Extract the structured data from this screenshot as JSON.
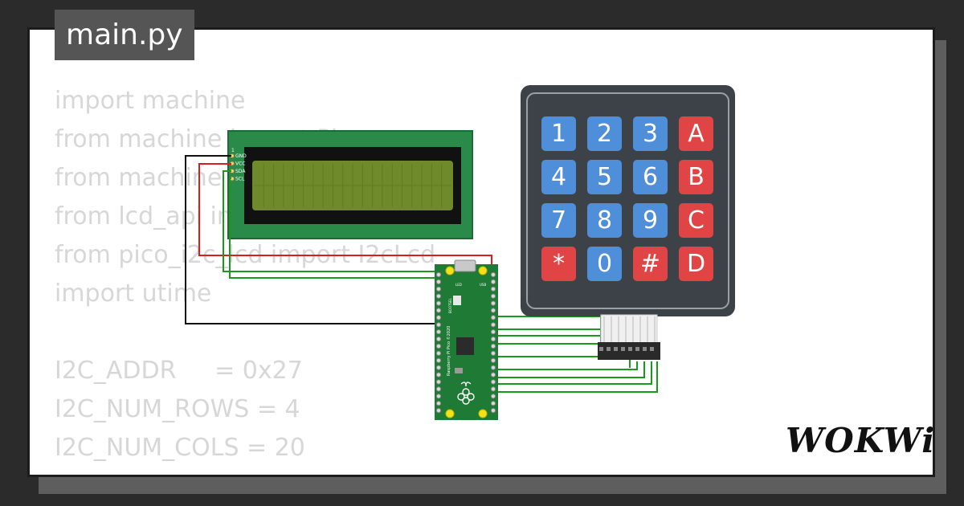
{
  "tab": {
    "label": "main.py"
  },
  "code_lines": [
    "import machine",
    "from machine import Pin",
    "from machine import I2C",
    "from lcd_api import LcdApi",
    "from pico_i2c_lcd import I2cLcd",
    "import utime",
    "",
    "I2C_ADDR     = 0x27",
    "I2C_NUM_ROWS = 4",
    "I2C_NUM_COLS = 20"
  ],
  "lcd": {
    "pin_labels": [
      "GND",
      "VCC",
      "SDA",
      "SCL"
    ],
    "pin_number": "1",
    "screen_color": "#6f8a2a",
    "board_color": "#2a8a4a"
  },
  "pico": {
    "usb_label": "USB",
    "led_label": "LED",
    "bootsel_label": "BOOTSEL",
    "silk_text": "Raspberry Pi Pico ©2020",
    "board_color": "#1f7a35"
  },
  "keypad": {
    "rows": [
      [
        {
          "label": "1",
          "color": "blue"
        },
        {
          "label": "2",
          "color": "blue"
        },
        {
          "label": "3",
          "color": "blue"
        },
        {
          "label": "A",
          "color": "red"
        }
      ],
      [
        {
          "label": "4",
          "color": "blue"
        },
        {
          "label": "5",
          "color": "blue"
        },
        {
          "label": "6",
          "color": "blue"
        },
        {
          "label": "B",
          "color": "red"
        }
      ],
      [
        {
          "label": "7",
          "color": "blue"
        },
        {
          "label": "8",
          "color": "blue"
        },
        {
          "label": "9",
          "color": "blue"
        },
        {
          "label": "C",
          "color": "red"
        }
      ],
      [
        {
          "label": "*",
          "color": "red"
        },
        {
          "label": "0",
          "color": "blue"
        },
        {
          "label": "#",
          "color": "red"
        },
        {
          "label": "D",
          "color": "red"
        }
      ]
    ]
  },
  "wire_colors": {
    "gnd": "#111111",
    "vcc": "#d81f1f",
    "signal": "#1a9a1a"
  },
  "logo": {
    "text": "WOKWi"
  }
}
